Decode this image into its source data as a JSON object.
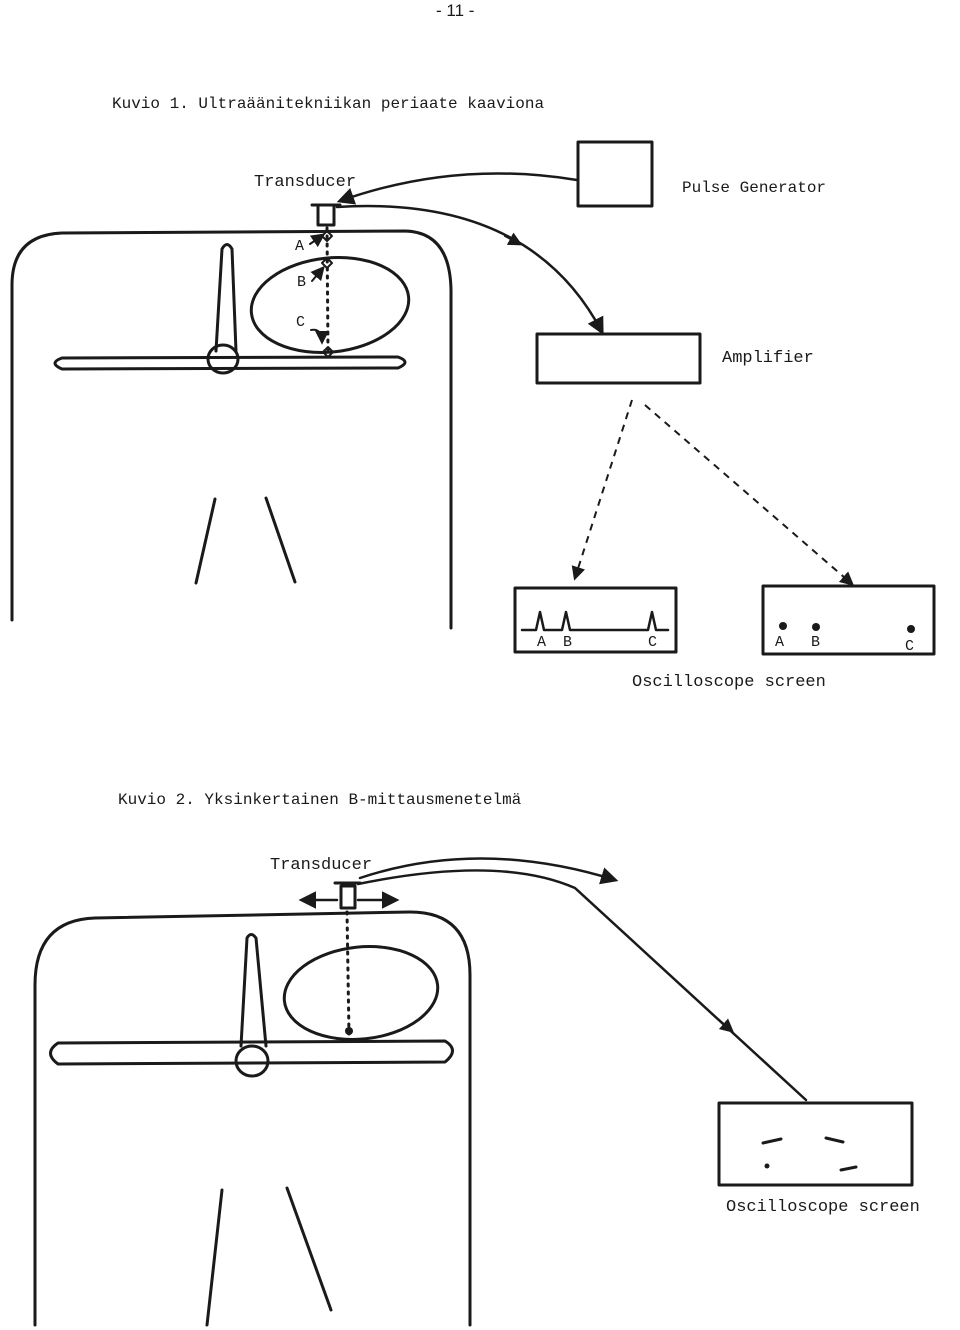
{
  "page_number": "- 11 -",
  "figure1": {
    "caption": "Kuvio 1. Ultraäänitekniikan periaate kaaviona",
    "transducer_label": "Transducer",
    "pulse_generator_label": "Pulse Generator",
    "amplifier_label": "Amplifier",
    "echo_labels": [
      "A",
      "B",
      "C"
    ],
    "screen_a_labels": [
      "A",
      "B",
      "C"
    ],
    "screen_b_labels": [
      "A",
      "B",
      "C"
    ],
    "oscilloscope_label": "Oscilloscope screen"
  },
  "figure2": {
    "caption": "Kuvio 2. Yksinkertainen B-mittausmenetelmä",
    "transducer_label": "Transducer",
    "oscilloscope_label": "Oscilloscope screen"
  }
}
